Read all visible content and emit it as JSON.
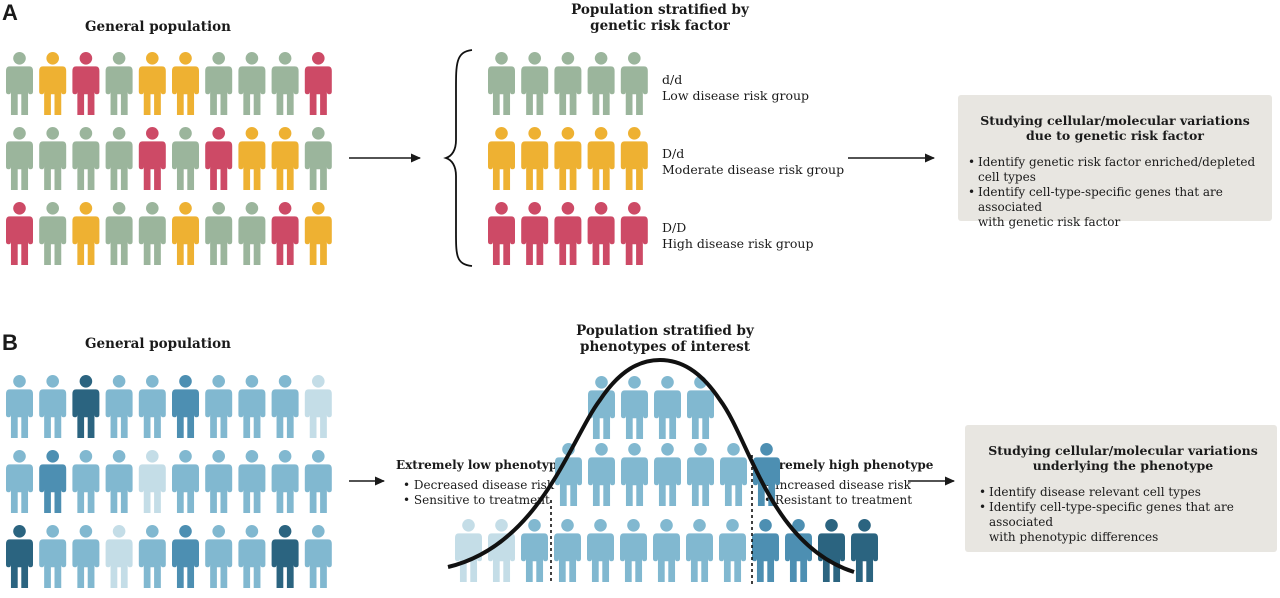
{
  "colors": {
    "green": "#9bb59c",
    "yellow": "#eeb132",
    "red": "#cd4a66",
    "blue_l": "#c4dde7",
    "blue_m": "#81b8d0",
    "blue_d": "#4d8fb2",
    "blue_x": "#2b6480",
    "box_bg": "#e8e6e1",
    "text": "#1a1a1a"
  },
  "panel_a": {
    "label": "A",
    "general_title": "General population",
    "general_grid": [
      [
        "G",
        "Y",
        "R",
        "G",
        "Y",
        "Y",
        "G",
        "G",
        "G",
        "R"
      ],
      [
        "G",
        "G",
        "G",
        "G",
        "R",
        "G",
        "R",
        "Y",
        "Y",
        "G"
      ],
      [
        "R",
        "G",
        "Y",
        "G",
        "G",
        "Y",
        "G",
        "G",
        "R",
        "Y"
      ]
    ],
    "stratified_title": [
      "Population stratified by",
      "genetic risk factor"
    ],
    "groups": [
      {
        "genotype": "d/d",
        "label": "Low disease risk group",
        "color": "G"
      },
      {
        "genotype": "D/d",
        "label": "Moderate disease risk group",
        "color": "Y"
      },
      {
        "genotype": "D/D",
        "label": "High disease risk group",
        "color": "R"
      }
    ],
    "box": {
      "title": [
        "Studying cellular/molecular variations",
        "due to genetic risk factor"
      ],
      "bullets": [
        [
          "Identify genetic risk factor enriched/depleted cell types"
        ],
        [
          "Identify cell-type-specific genes that are associated",
          "with genetic risk factor"
        ]
      ]
    }
  },
  "panel_b": {
    "label": "B",
    "general_title": "General population",
    "general_grid": [
      [
        "m",
        "m",
        "x",
        "m",
        "m",
        "d",
        "m",
        "m",
        "m",
        "l"
      ],
      [
        "m",
        "d",
        "m",
        "m",
        "l",
        "m",
        "m",
        "m",
        "m",
        "m"
      ],
      [
        "x",
        "m",
        "m",
        "l",
        "m",
        "d",
        "m",
        "m",
        "x",
        "m"
      ]
    ],
    "stratified_title": [
      "Population stratified by",
      "phenotypes of interest"
    ],
    "curve_rows": [
      [
        "m",
        "m",
        "m",
        "m"
      ],
      [
        "m",
        "m",
        "m",
        "m",
        "m",
        "m",
        "d"
      ],
      [
        "l",
        "l",
        "m",
        "m",
        "m",
        "m",
        "m",
        "m",
        "m",
        "d",
        "d",
        "x",
        "x"
      ]
    ],
    "low": {
      "title": "Extremely low phenotype",
      "bullets": [
        "Decreased disease risk",
        "Sensitive to treatment"
      ]
    },
    "high": {
      "title": "Extremely high phenotype",
      "bullets": [
        "Increased disease risk",
        "Resistant to treatment"
      ]
    },
    "box": {
      "title": [
        "Studying cellular/molecular variations",
        "underlying the phenotype"
      ],
      "bullets": [
        [
          "Identify disease relevant cell types"
        ],
        [
          "Identify cell-type-specific genes that are associated",
          "with phenotypic differences"
        ]
      ]
    }
  }
}
